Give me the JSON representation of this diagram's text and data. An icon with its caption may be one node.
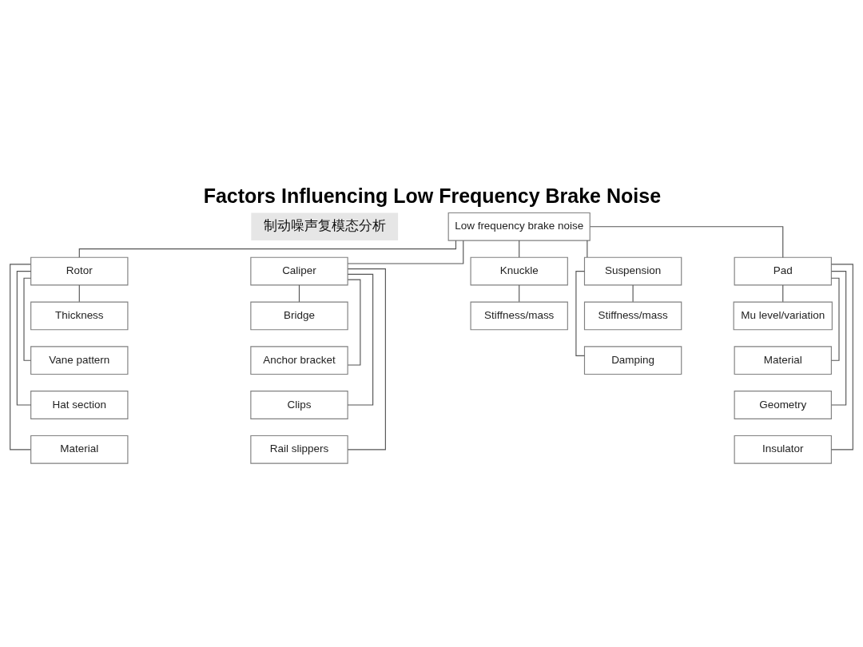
{
  "diagram": {
    "title": "Factors Influencing Low Frequency Brake Noise",
    "nodes": [
      {
        "text": [
          "Low frequency brake noise"
        ]
      },
      {
        "text": [
          "Rotor"
        ]
      },
      {
        "text": [
          "Caliper"
        ]
      },
      {
        "text": [
          "Knuckle"
        ]
      },
      {
        "text": [
          "Suspension"
        ]
      },
      {
        "text": [
          "Pad"
        ]
      },
      {
        "text": [
          "Thickness"
        ]
      },
      {
        "text": [
          "Vane pattern"
        ]
      },
      {
        "text": [
          "Hat section"
        ]
      },
      {
        "text": [
          "Material"
        ]
      },
      {
        "text": [
          "Bridge"
        ]
      },
      {
        "text": [
          "Anchor bracket"
        ]
      },
      {
        "text": [
          "Clips"
        ]
      },
      {
        "text": [
          "Rail slippers"
        ]
      },
      {
        "text": [
          "Stiffness/mass"
        ]
      },
      {
        "text": [
          "Stiffness/mass"
        ]
      },
      {
        "text": [
          "Damping"
        ]
      },
      {
        "text": [
          "Mu level/variation"
        ]
      },
      {
        "text": [
          "Material"
        ]
      },
      {
        "text": [
          "Geometry"
        ]
      },
      {
        "text": [
          "Insulator"
        ]
      }
    ],
    "edges": [
      {
        "from": 0,
        "to": 1,
        "arrow": "none"
      },
      {
        "from": 0,
        "to": 2,
        "arrow": "none"
      },
      {
        "from": 0,
        "to": 3,
        "arrow": "none"
      },
      {
        "from": 0,
        "to": 4,
        "arrow": "none"
      },
      {
        "from": 0,
        "to": 5,
        "arrow": "none"
      },
      {
        "from": 1,
        "to": 6,
        "arrow": "none"
      },
      {
        "from": 1,
        "to": 7,
        "arrow": "none"
      },
      {
        "from": 1,
        "to": 8,
        "arrow": "none"
      },
      {
        "from": 1,
        "to": 9,
        "arrow": "none"
      },
      {
        "from": 2,
        "to": 10,
        "arrow": "none"
      },
      {
        "from": 2,
        "to": 11,
        "arrow": "none"
      },
      {
        "from": 2,
        "to": 12,
        "arrow": "none"
      },
      {
        "from": 2,
        "to": 13,
        "arrow": "none"
      },
      {
        "from": 3,
        "to": 14,
        "arrow": "none"
      },
      {
        "from": 4,
        "to": 15,
        "arrow": "none"
      },
      {
        "from": 4,
        "to": 16,
        "arrow": "none"
      },
      {
        "from": 5,
        "to": 17,
        "arrow": "none"
      },
      {
        "from": 5,
        "to": 18,
        "arrow": "none"
      },
      {
        "from": 5,
        "to": 19,
        "arrow": "none"
      },
      {
        "from": 5,
        "to": 20,
        "arrow": "none"
      }
    ],
    "labels": [
      "制动噪声复模态分析"
    ]
  }
}
